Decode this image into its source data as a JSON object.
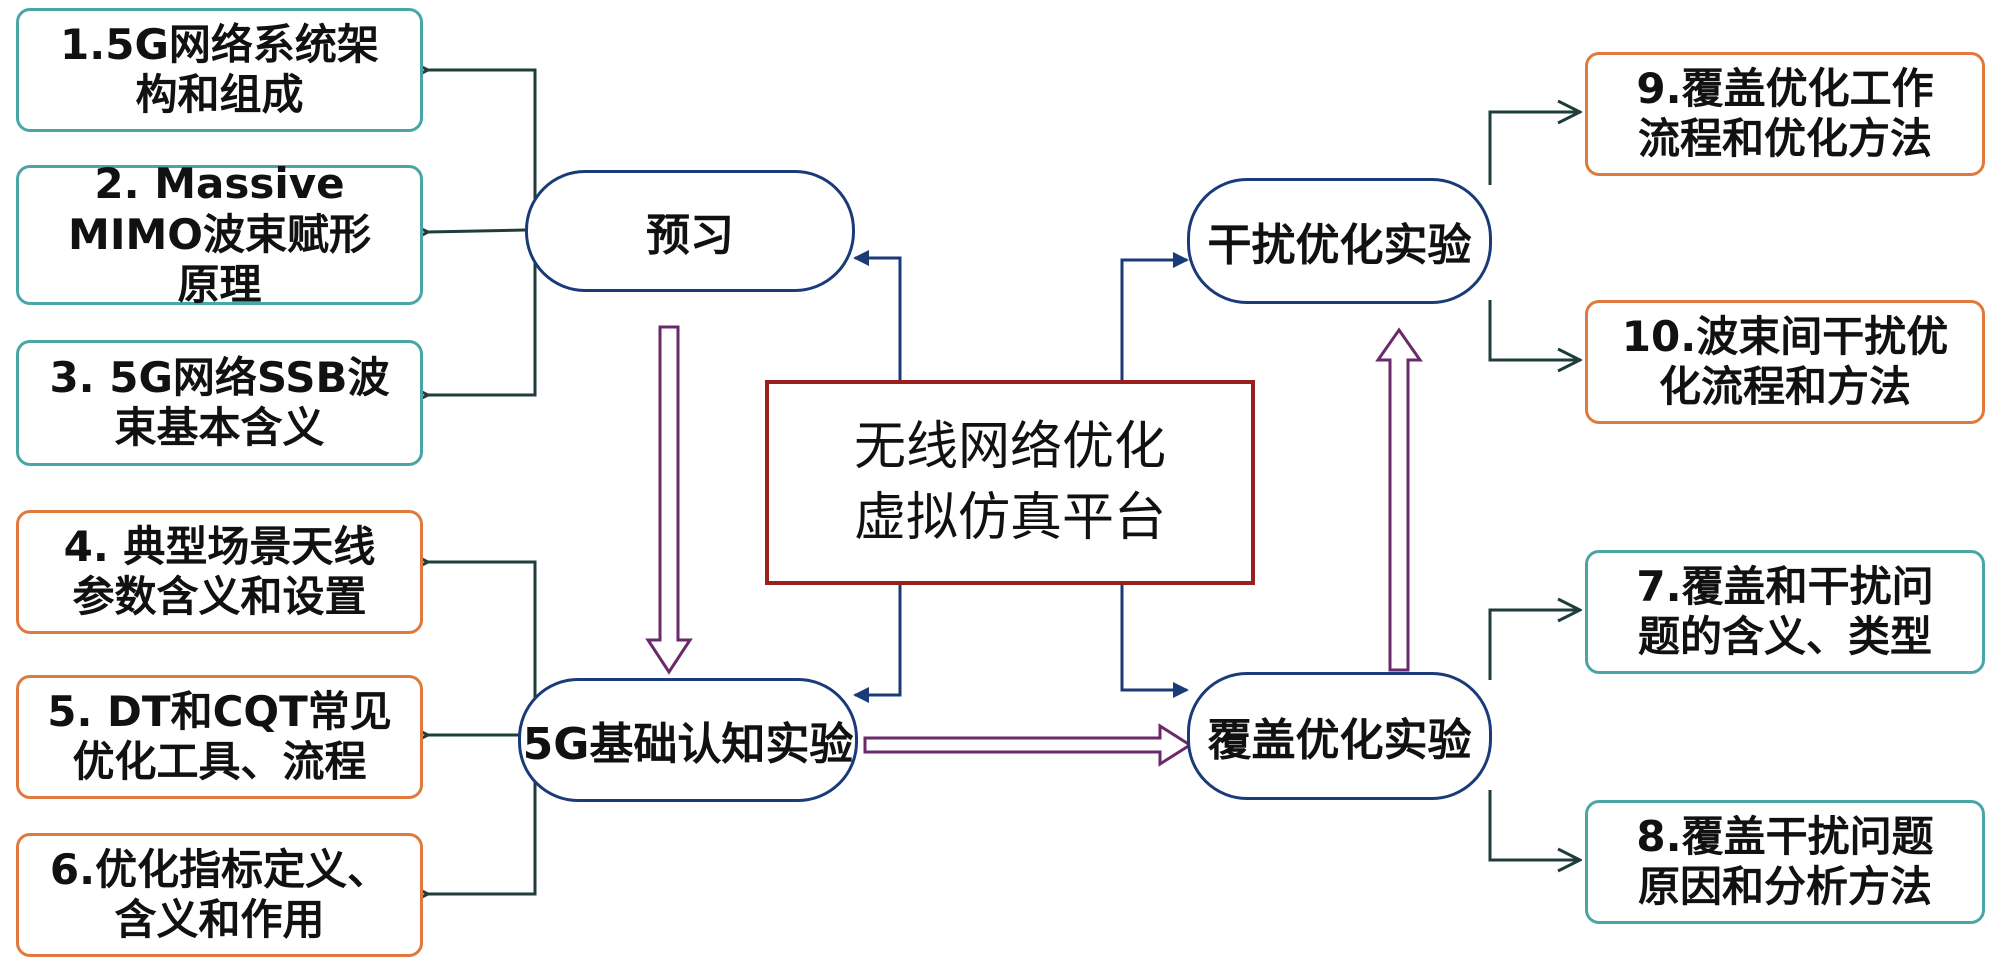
{
  "center": {
    "line1": "无线网络优化",
    "line2": "虚拟仿真平台"
  },
  "hubs": {
    "preview": "预习",
    "basic": "5G基础认知实验",
    "interference": "干扰优化实验",
    "coverage": "覆盖优化实验"
  },
  "left_boxes": [
    "1.5G网络系统架\n构和组成",
    "2. Massive\nMIMO波束赋形\n原理",
    "3. 5G网络SSB波\n束基本含义",
    "4. 典型场景天线\n参数含义和设置",
    "5. DT和CQT常见\n优化工具、流程",
    "6.优化指标定义、\n含义和作用"
  ],
  "right_boxes": [
    "9.覆盖优化工作\n流程和优化方法",
    "10.波束间干扰优\n化流程和方法",
    "7.覆盖和干扰问\n题的含义、类型",
    "8.覆盖干扰问题\n原因和分析方法"
  ],
  "colors": {
    "teal": "#4aa6a6",
    "orange": "#e07a3c",
    "navy": "#1a3a78",
    "maroon": "#9a1f1f",
    "purple": "#6a2a6a",
    "dark_line": "#1f3d3a"
  }
}
